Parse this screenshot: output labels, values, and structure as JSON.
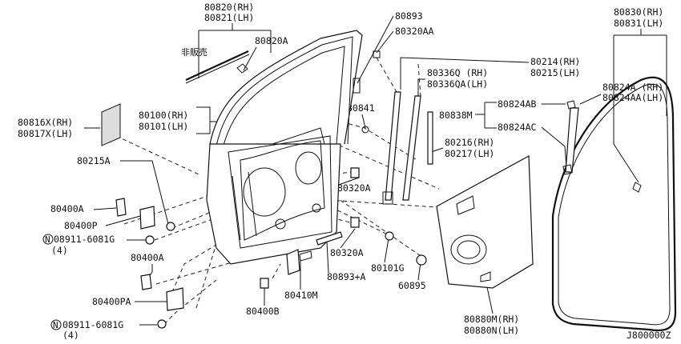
{
  "labels": {
    "p80820": "80820(RH)",
    "p80821": "80821(LH)",
    "p80820a": "80820A",
    "not_sold": "非販売",
    "p80893": "80893",
    "p80320aa": "80320AA",
    "p80830": "80830(RH)",
    "p80831": "80831(LH)",
    "p80214": "80214(RH)",
    "p80215": "80215(LH)",
    "p80336q": "80336Q (RH)",
    "p80336qa": "80336QA(LH)",
    "p80824a": "80824A (RH)",
    "p80824aa": "80824AA(LH)",
    "p80824ab": "80824AB",
    "p80838m": "80838M",
    "p80824ac": "80824AC",
    "p80816x": "80816X(RH)",
    "p80817x": "80817X(LH)",
    "p80100": "80100(RH)",
    "p80101": "80101(LH)",
    "p80841": "80841",
    "p80216": "80216(RH)",
    "p80217": "80217(LH)",
    "p80215a": "80215A",
    "p80320a_1": "80320A",
    "p80400a_1": "80400A",
    "p80400p": "80400P",
    "bolt1_code": "08911-6081G",
    "bolt1_qty": "(4)",
    "p80400a_2": "80400A",
    "p80320a_2": "80320A",
    "p80101g": "80101G",
    "p80893a": "80893+A",
    "p60895": "60895",
    "p80410m": "80410M",
    "p80400pa": "80400PA",
    "bolt2_code": "08911-6081G",
    "bolt2_qty": "(4)",
    "p80400b": "80400B",
    "p80880m": "80880M(RH)",
    "p80880n": "80880N(LH)",
    "drawing_no": "J800000Z",
    "nut_symbol": "N"
  }
}
